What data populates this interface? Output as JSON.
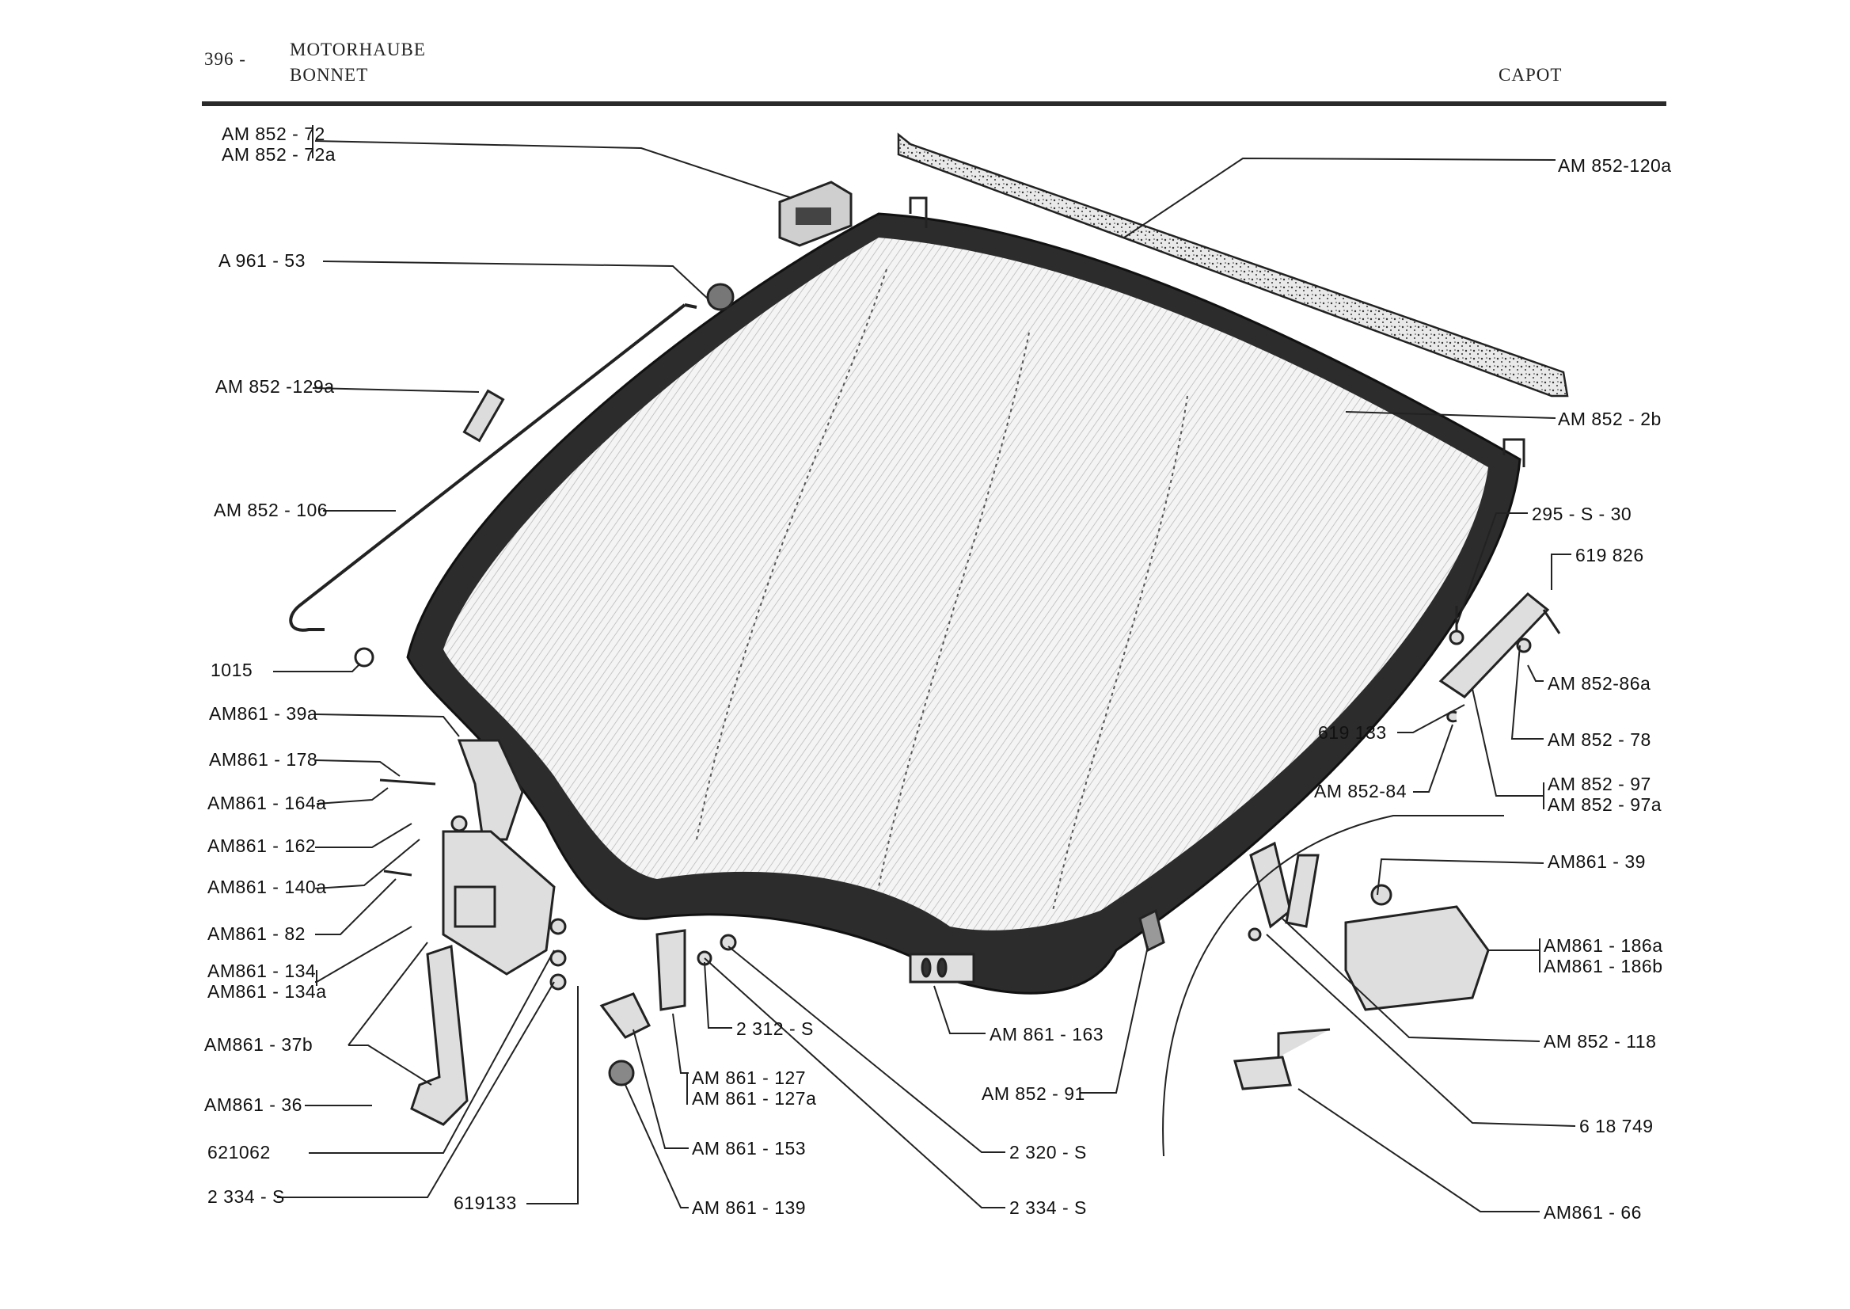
{
  "header": {
    "page_number": "396 -",
    "title_de": "MOTORHAUBE",
    "title_en": "BONNET",
    "title_fr": "CAPOT"
  },
  "labels": [
    {
      "id": "am852-72",
      "text": "AM 852 - 72"
    },
    {
      "id": "am852-72a",
      "text": "AM 852 - 72a"
    },
    {
      "id": "a961-53",
      "text": "A   961 - 53"
    },
    {
      "id": "am852-129a",
      "text": "AM 852 -129a"
    },
    {
      "id": "am852-106",
      "text": "AM 852 - 106"
    },
    {
      "id": "1015",
      "text": "1015"
    },
    {
      "id": "am861-39a",
      "text": "AM861 - 39a"
    },
    {
      "id": "am861-178",
      "text": "AM861 - 178"
    },
    {
      "id": "am861-164a",
      "text": "AM861 - 164a"
    },
    {
      "id": "am861-162",
      "text": "AM861 - 162"
    },
    {
      "id": "am861-140a",
      "text": "AM861 - 140a"
    },
    {
      "id": "am861-82",
      "text": "AM861 - 82"
    },
    {
      "id": "am861-134",
      "text": "AM861 - 134"
    },
    {
      "id": "am861-134a",
      "text": "AM861 - 134a"
    },
    {
      "id": "am861-37b",
      "text": "AM861 - 37b"
    },
    {
      "id": "am861-36",
      "text": "AM861 - 36"
    },
    {
      "id": "621062",
      "text": "621062"
    },
    {
      "id": "2334-s-left",
      "text": "2 334 - S"
    },
    {
      "id": "619133-bottom",
      "text": "619133"
    },
    {
      "id": "am852-120a",
      "text": "AM 852-120a"
    },
    {
      "id": "am852-2b",
      "text": "AM 852 - 2b"
    },
    {
      "id": "295-s-30",
      "text": "295 - S - 30"
    },
    {
      "id": "619826",
      "text": "619 826"
    },
    {
      "id": "am852-86a",
      "text": "AM 852-86a"
    },
    {
      "id": "619133-right",
      "text": "619 133"
    },
    {
      "id": "am852-78",
      "text": "AM 852 - 78"
    },
    {
      "id": "am852-84",
      "text": "AM 852-84"
    },
    {
      "id": "am852-97",
      "text": "AM 852 - 97"
    },
    {
      "id": "am852-97a",
      "text": "AM 852 - 97a"
    },
    {
      "id": "am861-39",
      "text": "AM861 - 39"
    },
    {
      "id": "am861-186a",
      "text": "AM861 - 186a"
    },
    {
      "id": "am861-186b",
      "text": "AM861 - 186b"
    },
    {
      "id": "am852-118",
      "text": "AM 852 - 118"
    },
    {
      "id": "618749",
      "text": "6 18 749"
    },
    {
      "id": "am861-66",
      "text": "AM861 - 66"
    },
    {
      "id": "2312-s",
      "text": "2 312 - S"
    },
    {
      "id": "am861-127",
      "text": "AM 861 - 127"
    },
    {
      "id": "am861-127a",
      "text": "AM 861 - 127a"
    },
    {
      "id": "am861-153",
      "text": "AM 861 - 153"
    },
    {
      "id": "am861-139",
      "text": "AM 861 - 139"
    },
    {
      "id": "am861-163",
      "text": "AM 861 - 163"
    },
    {
      "id": "am852-91",
      "text": "AM 852 - 91"
    },
    {
      "id": "2320-s",
      "text": "2 320 - S"
    },
    {
      "id": "2334-s-right",
      "text": "2 334 - S"
    }
  ]
}
